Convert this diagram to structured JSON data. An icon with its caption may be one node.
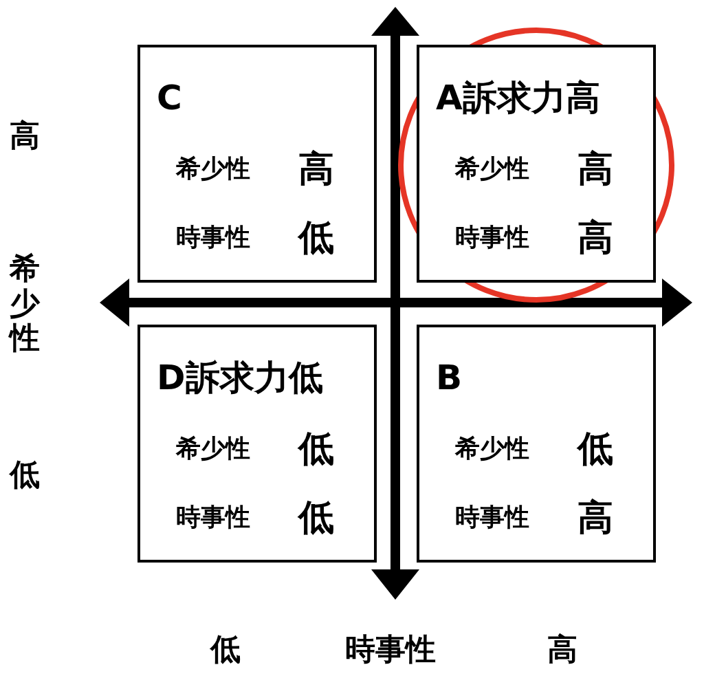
{
  "diagram": {
    "nodes": [
      {
        "text": [
          "C",
          "希少性",
          "高",
          "時事性",
          "低"
        ]
      },
      {
        "text": [
          "A訴求力高",
          "希少性",
          "高",
          "時事性",
          "高"
        ]
      },
      {
        "text": [
          "D訴求力低",
          "希少性",
          "低",
          "時事性",
          "低"
        ]
      },
      {
        "text": [
          "B",
          "希少性",
          "低",
          "時事性",
          "高"
        ]
      }
    ],
    "edges": [],
    "labels": [
      "高",
      "希少性",
      "低",
      "低",
      "時事性",
      "高"
    ]
  }
}
